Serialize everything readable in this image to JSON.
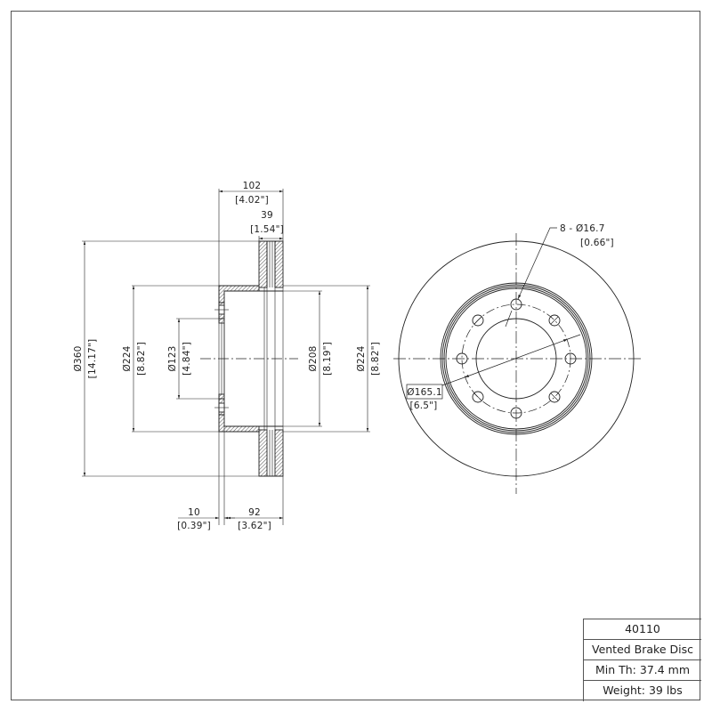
{
  "title_block": {
    "part_number": "40110",
    "description": "Vented Brake Disc",
    "min_thickness": "Min Th: 37.4 mm",
    "weight": "Weight: 39 lbs"
  },
  "side_view": {
    "overall_width": {
      "mm": "102",
      "in": "[4.02\"]"
    },
    "rotor_thickness": {
      "mm": "39",
      "in": "[1.54\"]"
    },
    "outer_diameter": {
      "mm": "Ø360",
      "in": "[14.17\"]"
    },
    "hat_outer_diameter_left": {
      "mm": "Ø224",
      "in": "[8.82\"]"
    },
    "center_bore": {
      "mm": "Ø123",
      "in": "[4.84\"]"
    },
    "hat_inner_diameter": {
      "mm": "Ø208",
      "in": "[8.19\"]"
    },
    "hat_outer_diameter_right": {
      "mm": "Ø224",
      "in": "[8.82\"]"
    },
    "mounting_flange_thickness": {
      "mm": "10",
      "in": "[0.39\"]"
    },
    "hat_depth": {
      "mm": "92",
      "in": "[3.62\"]"
    }
  },
  "front_view": {
    "bolt_holes": {
      "mm": "8 - Ø16.7",
      "in": "[0.66\"]"
    },
    "bolt_circle": {
      "mm": "Ø165.1",
      "in": "[6.5\"]"
    }
  },
  "colors": {
    "line": "#222222",
    "frame": "#555555",
    "background": "#ffffff"
  }
}
